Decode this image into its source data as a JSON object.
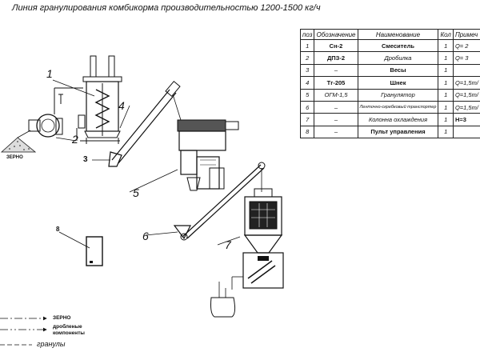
{
  "title": "Линия гранулирования комбикорма производительностью 1200-1500 кг/ч",
  "table": {
    "headers": [
      "поз",
      "Обозначение",
      "Наименование",
      "Кол",
      "Примеч"
    ],
    "rows": [
      {
        "pos": "1",
        "designation": "Сн-2",
        "name": "Смеситель",
        "qty": "1",
        "note": "Q= 2"
      },
      {
        "pos": "2",
        "designation": "ДПЗ-2",
        "name": "Дробилка",
        "qty": "1",
        "note": "Q= 3"
      },
      {
        "pos": "3",
        "designation": "–",
        "name": "Весы",
        "qty": "1",
        "note": ""
      },
      {
        "pos": "4",
        "designation": "Тг-205",
        "name": "Шнек",
        "qty": "1",
        "note": "Q=1,5т/"
      },
      {
        "pos": "5",
        "designation": "ОГМ-1,5",
        "name": "Гранулятор",
        "qty": "1",
        "note": "Q=1,5т/"
      },
      {
        "pos": "6",
        "designation": "–",
        "name": "Ленточно-скребковый транспортер",
        "qty": "1",
        "note": "Q=1,5т/"
      },
      {
        "pos": "7",
        "designation": "–",
        "name": "Колонна охлаждения",
        "qty": "1",
        "note": "H=3"
      },
      {
        "pos": "8",
        "designation": "–",
        "name": "Пульт управления",
        "qty": "1",
        "note": ""
      }
    ]
  },
  "labels": {
    "l1": "1",
    "l2": "2",
    "l3": "3",
    "l4": "4",
    "l5": "5",
    "l6": "6",
    "l7": "7",
    "l8": "8",
    "grain": "ЗЕРНО"
  },
  "legend": {
    "grain": "ЗЕРНО",
    "crushed": "дробленые компоненты",
    "granules": "гранулы"
  }
}
